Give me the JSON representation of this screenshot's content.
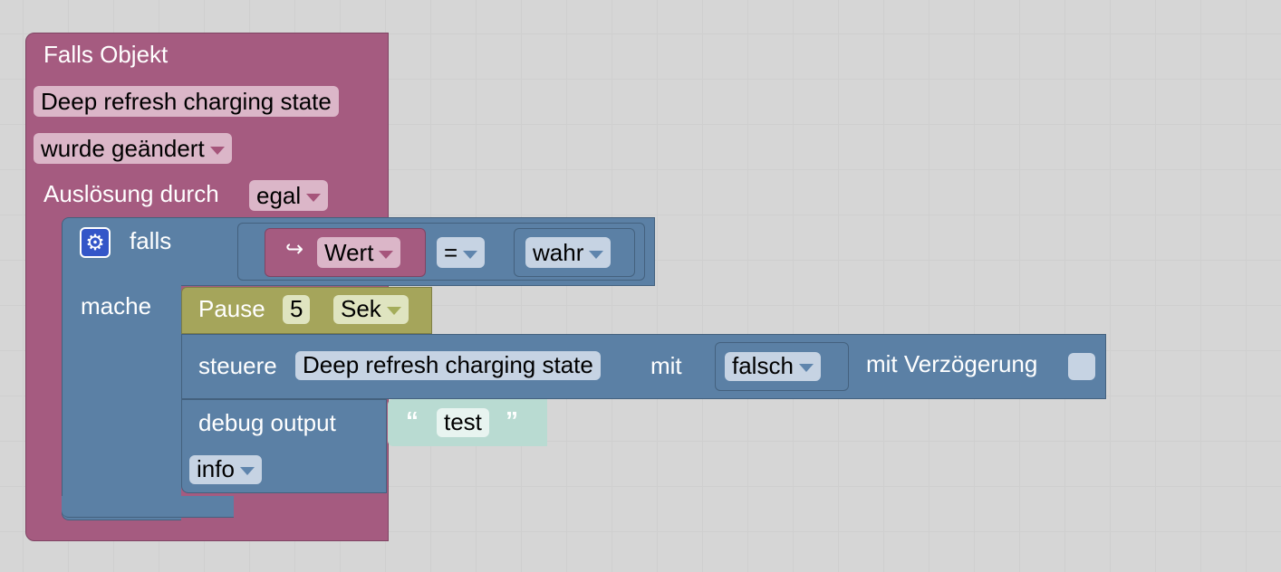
{
  "trigger_block": {
    "title": "Falls Objekt",
    "object_name": "Deep refresh charging state",
    "event": "wurde geändert",
    "trigger_label": "Auslösung durch",
    "trigger_value": "egal"
  },
  "if_block": {
    "if_label": "falls",
    "do_label": "mache",
    "condition": {
      "left": "Wert",
      "operator": "=",
      "right": "wahr"
    }
  },
  "pause_block": {
    "label": "Pause",
    "amount": "5",
    "unit": "Sek"
  },
  "control_block": {
    "label": "steuere",
    "object_name": "Deep refresh charging state",
    "with_label": "mit",
    "value": "falsch",
    "delay_label": "mit Verzögerung"
  },
  "debug_block": {
    "label": "debug output",
    "text_value": "test",
    "level": "info"
  },
  "colors": {
    "trigger": "#a55b80",
    "logic": "#5b80a5",
    "pause": "#a5a55b",
    "text": "#b9dbd2",
    "workspace": "#ffffff"
  }
}
